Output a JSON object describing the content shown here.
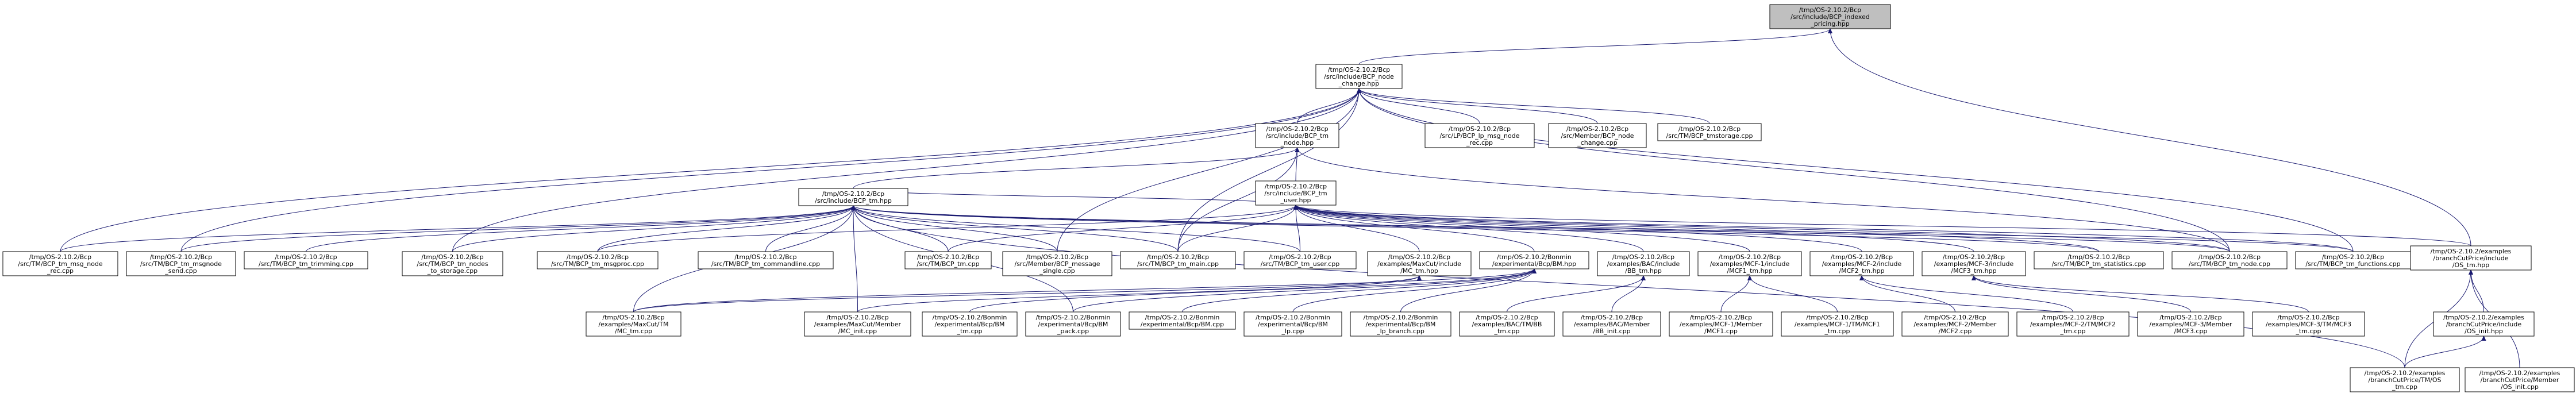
{
  "graph": {
    "nodes": [
      {
        "id": "root",
        "lines": [
          "/tmp/OS-2.10.2/Bcp",
          "/src/include/BCP_indexed",
          "_pricing.hpp"
        ],
        "root": true
      },
      {
        "id": "node_change",
        "lines": [
          "/tmp/OS-2.10.2/Bcp",
          "/src/include/BCP_node",
          "_change.hpp"
        ]
      },
      {
        "id": "tm_node",
        "lines": [
          "/tmp/OS-2.10.2/Bcp",
          "/src/include/BCP_tm",
          "_node.hpp"
        ]
      },
      {
        "id": "lp_node_rec",
        "lines": [
          "/tmp/OS-2.10.2/Bcp",
          "/src/LP/BCP_lp_msg_node",
          "_rec.cpp"
        ]
      },
      {
        "id": "member_node_change",
        "lines": [
          "/tmp/OS-2.10.2/Bcp",
          "/src/Member/BCP_node",
          "_change.cpp"
        ]
      },
      {
        "id": "tmstorage",
        "lines": [
          "/tmp/OS-2.10.2/Bcp",
          "/src/TM/BCP_tmstorage.cpp"
        ]
      },
      {
        "id": "bcp_tm_hpp",
        "lines": [
          "/tmp/OS-2.10.2/Bcp",
          "/src/include/BCP_tm.hpp"
        ]
      },
      {
        "id": "tm_user_hpp",
        "lines": [
          "/tmp/OS-2.10.2/Bcp",
          "/src/include/BCP_tm",
          "_user.hpp"
        ]
      },
      {
        "id": "os_tm_hpp",
        "lines": [
          "/tmp/OS-2.10.2/examples",
          "/branchCutPrice/include",
          "/OS_tm.hpp"
        ]
      },
      {
        "id": "tm_msg_node_rec",
        "lines": [
          "/tmp/OS-2.10.2/Bcp",
          "/src/TM/BCP_tm_msg_node",
          "_rec.cpp"
        ]
      },
      {
        "id": "tm_msgnode_send",
        "lines": [
          "/tmp/OS-2.10.2/Bcp",
          "/src/TM/BCP_tm_msgnode",
          "_send.cpp"
        ]
      },
      {
        "id": "tm_trimming",
        "lines": [
          "/tmp/OS-2.10.2/Bcp",
          "/src/TM/BCP_tm_trimming.cpp"
        ]
      },
      {
        "id": "tm_nodes_to_storage",
        "lines": [
          "/tmp/OS-2.10.2/Bcp",
          "/src/TM/BCP_tm_nodes",
          "_to_storage.cpp"
        ]
      },
      {
        "id": "tm_msgproc",
        "lines": [
          "/tmp/OS-2.10.2/Bcp",
          "/src/TM/BCP_tm_msgproc.cpp"
        ]
      },
      {
        "id": "tm_commandline",
        "lines": [
          "/tmp/OS-2.10.2/Bcp",
          "/src/TM/BCP_tm_commandline.cpp"
        ]
      },
      {
        "id": "tm_cpp",
        "lines": [
          "/tmp/OS-2.10.2/Bcp",
          "/src/TM/BCP_tm.cpp"
        ]
      },
      {
        "id": "member_message_single",
        "lines": [
          "/tmp/OS-2.10.2/Bcp",
          "/src/Member/BCP_message",
          "_single.cpp"
        ]
      },
      {
        "id": "tm_main",
        "lines": [
          "/tmp/OS-2.10.2/Bcp",
          "/src/TM/BCP_tm_main.cpp"
        ]
      },
      {
        "id": "tm_user_cpp",
        "lines": [
          "/tmp/OS-2.10.2/Bcp",
          "/src/TM/BCP_tm_user.cpp"
        ]
      },
      {
        "id": "maxcut_mc_tm_hpp",
        "lines": [
          "/tmp/OS-2.10.2/Bcp",
          "/examples/MaxCut/include",
          "/MC_tm.hpp"
        ]
      },
      {
        "id": "bonmin_bm_hpp",
        "lines": [
          "/tmp/OS-2.10.2/Bonmin",
          "/experimental/Bcp/BM.hpp"
        ]
      },
      {
        "id": "bac_bb_tm_hpp",
        "lines": [
          "/tmp/OS-2.10.2/Bcp",
          "/examples/BAC/include",
          "/BB_tm.hpp"
        ]
      },
      {
        "id": "mcf1_tm_hpp",
        "lines": [
          "/tmp/OS-2.10.2/Bcp",
          "/examples/MCF-1/include",
          "/MCF1_tm.hpp"
        ]
      },
      {
        "id": "mcf2_tm_hpp",
        "lines": [
          "/tmp/OS-2.10.2/Bcp",
          "/examples/MCF-2/include",
          "/MCF2_tm.hpp"
        ]
      },
      {
        "id": "mcf3_tm_hpp",
        "lines": [
          "/tmp/OS-2.10.2/Bcp",
          "/examples/MCF-3/include",
          "/MCF3_tm.hpp"
        ]
      },
      {
        "id": "tm_statistics",
        "lines": [
          "/tmp/OS-2.10.2/Bcp",
          "/src/TM/BCP_tm_statistics.cpp"
        ]
      },
      {
        "id": "tm_node_cpp",
        "lines": [
          "/tmp/OS-2.10.2/Bcp",
          "/src/TM/BCP_tm_node.cpp"
        ]
      },
      {
        "id": "tm_functions",
        "lines": [
          "/tmp/OS-2.10.2/Bcp",
          "/src/TM/BCP_tm_functions.cpp"
        ]
      },
      {
        "id": "maxcut_mc_tm_cpp",
        "lines": [
          "/tmp/OS-2.10.2/Bcp",
          "/examples/MaxCut/TM",
          "/MC_tm.cpp"
        ]
      },
      {
        "id": "maxcut_mc_init",
        "lines": [
          "/tmp/OS-2.10.2/Bcp",
          "/examples/MaxCut/Member",
          "/MC_init.cpp"
        ]
      },
      {
        "id": "bonmin_bm_tm",
        "lines": [
          "/tmp/OS-2.10.2/Bonmin",
          "/experimental/Bcp/BM",
          "_tm.cpp"
        ]
      },
      {
        "id": "bonmin_bm_pack",
        "lines": [
          "/tmp/OS-2.10.2/Bonmin",
          "/experimental/Bcp/BM",
          "_pack.cpp"
        ]
      },
      {
        "id": "bonmin_bm_cpp",
        "lines": [
          "/tmp/OS-2.10.2/Bonmin",
          "/experimental/Bcp/BM.cpp"
        ]
      },
      {
        "id": "bonmin_bm_lp",
        "lines": [
          "/tmp/OS-2.10.2/Bonmin",
          "/experimental/Bcp/BM",
          "_lp.cpp"
        ]
      },
      {
        "id": "bonmin_bm_lp_branch",
        "lines": [
          "/tmp/OS-2.10.2/Bonmin",
          "/experimental/Bcp/BM",
          "_lp_branch.cpp"
        ]
      },
      {
        "id": "bac_bb_tm_cpp",
        "lines": [
          "/tmp/OS-2.10.2/Bcp",
          "/examples/BAC/TM/BB",
          "_tm.cpp"
        ]
      },
      {
        "id": "bac_bb_init",
        "lines": [
          "/tmp/OS-2.10.2/Bcp",
          "/examples/BAC/Member",
          "/BB_init.cpp"
        ]
      },
      {
        "id": "mcf1_member",
        "lines": [
          "/tmp/OS-2.10.2/Bcp",
          "/examples/MCF-1/Member",
          "/MCF1.cpp"
        ]
      },
      {
        "id": "mcf1_tm_cpp",
        "lines": [
          "/tmp/OS-2.10.2/Bcp",
          "/examples/MCF-1/TM/MCF1",
          "_tm.cpp"
        ]
      },
      {
        "id": "mcf2_member",
        "lines": [
          "/tmp/OS-2.10.2/Bcp",
          "/examples/MCF-2/Member",
          "/MCF2.cpp"
        ]
      },
      {
        "id": "mcf2_tm_cpp",
        "lines": [
          "/tmp/OS-2.10.2/Bcp",
          "/examples/MCF-2/TM/MCF2",
          "_tm.cpp"
        ]
      },
      {
        "id": "mcf3_member",
        "lines": [
          "/tmp/OS-2.10.2/Bcp",
          "/examples/MCF-3/Member",
          "/MCF3.cpp"
        ]
      },
      {
        "id": "mcf3_tm_cpp",
        "lines": [
          "/tmp/OS-2.10.2/Bcp",
          "/examples/MCF-3/TM/MCF3",
          "_tm.cpp"
        ]
      },
      {
        "id": "os_tm_hpp2",
        "lines": [
          "/tmp/OS-2.10.2/examples",
          "/branchCutPrice/include",
          "/OS_init.hpp"
        ]
      },
      {
        "id": "os_tm_cpp",
        "lines": [
          "/tmp/OS-2.10.2/examples",
          "/branchCutPrice/TM/OS",
          "_tm.cpp"
        ]
      },
      {
        "id": "os_init_cpp",
        "lines": [
          "/tmp/OS-2.10.2/examples",
          "/branchCutPrice/Member",
          "/OS_init.cpp"
        ]
      }
    ],
    "edges": [
      [
        "node_change",
        "root"
      ],
      [
        "os_tm_hpp",
        "root"
      ],
      [
        "tm_node",
        "node_change"
      ],
      [
        "lp_node_rec",
        "node_change"
      ],
      [
        "member_node_change",
        "node_change"
      ],
      [
        "tmstorage",
        "node_change"
      ],
      [
        "tm_msg_node_rec",
        "node_change"
      ],
      [
        "tm_msgnode_send",
        "node_change"
      ],
      [
        "tm_nodes_to_storage",
        "node_change"
      ],
      [
        "member_message_single",
        "node_change"
      ],
      [
        "tm_main",
        "node_change"
      ],
      [
        "tm_node_cpp",
        "node_change"
      ],
      [
        "tm_functions",
        "node_change"
      ],
      [
        "bcp_tm_hpp",
        "tm_node"
      ],
      [
        "tm_user_hpp",
        "tm_node"
      ],
      [
        "tm_node_cpp",
        "tm_node"
      ],
      [
        "tm_main",
        "tm_node"
      ],
      [
        "tm_msg_node_rec",
        "bcp_tm_hpp"
      ],
      [
        "tm_msgnode_send",
        "bcp_tm_hpp"
      ],
      [
        "tm_trimming",
        "bcp_tm_hpp"
      ],
      [
        "tm_nodes_to_storage",
        "bcp_tm_hpp"
      ],
      [
        "tm_msgproc",
        "bcp_tm_hpp"
      ],
      [
        "tm_commandline",
        "bcp_tm_hpp"
      ],
      [
        "tm_cpp",
        "bcp_tm_hpp"
      ],
      [
        "member_message_single",
        "bcp_tm_hpp"
      ],
      [
        "tm_main",
        "bcp_tm_hpp"
      ],
      [
        "tm_user_cpp",
        "bcp_tm_hpp"
      ],
      [
        "tm_statistics",
        "bcp_tm_hpp"
      ],
      [
        "tm_node_cpp",
        "bcp_tm_hpp"
      ],
      [
        "tm_functions",
        "bcp_tm_hpp"
      ],
      [
        "maxcut_mc_init",
        "bcp_tm_hpp"
      ],
      [
        "bonmin_bm_pack",
        "bcp_tm_hpp"
      ],
      [
        "maxcut_mc_tm_cpp",
        "bcp_tm_hpp"
      ],
      [
        "os_tm_cpp",
        "bcp_tm_hpp"
      ],
      [
        "bcp_tm_hpp",
        "tm_user_hpp"
      ],
      [
        "maxcut_mc_tm_hpp",
        "tm_user_hpp"
      ],
      [
        "bonmin_bm_hpp",
        "tm_user_hpp"
      ],
      [
        "bac_bb_tm_hpp",
        "tm_user_hpp"
      ],
      [
        "mcf1_tm_hpp",
        "tm_user_hpp"
      ],
      [
        "mcf2_tm_hpp",
        "tm_user_hpp"
      ],
      [
        "mcf3_tm_hpp",
        "tm_user_hpp"
      ],
      [
        "os_tm_hpp",
        "tm_user_hpp"
      ],
      [
        "tm_user_cpp",
        "tm_user_hpp"
      ],
      [
        "tm_msgproc",
        "tm_user_hpp"
      ],
      [
        "tm_cpp",
        "tm_user_hpp"
      ],
      [
        "tm_main",
        "tm_user_hpp"
      ],
      [
        "tm_statistics",
        "tm_user_hpp"
      ],
      [
        "tm_node_cpp",
        "tm_user_hpp"
      ],
      [
        "tm_functions",
        "tm_user_hpp"
      ],
      [
        "maxcut_mc_tm_cpp",
        "maxcut_mc_tm_hpp"
      ],
      [
        "maxcut_mc_init",
        "maxcut_mc_tm_hpp"
      ],
      [
        "bonmin_bm_tm",
        "bonmin_bm_hpp"
      ],
      [
        "bonmin_bm_pack",
        "bonmin_bm_hpp"
      ],
      [
        "bonmin_bm_cpp",
        "bonmin_bm_hpp"
      ],
      [
        "bonmin_bm_lp",
        "bonmin_bm_hpp"
      ],
      [
        "bonmin_bm_lp_branch",
        "bonmin_bm_hpp"
      ],
      [
        "maxcut_mc_tm_cpp",
        "bonmin_bm_hpp"
      ],
      [
        "bac_bb_tm_cpp",
        "bac_bb_tm_hpp"
      ],
      [
        "bac_bb_init",
        "bac_bb_tm_hpp"
      ],
      [
        "mcf1_member",
        "mcf1_tm_hpp"
      ],
      [
        "mcf1_tm_cpp",
        "mcf1_tm_hpp"
      ],
      [
        "mcf2_member",
        "mcf2_tm_hpp"
      ],
      [
        "mcf2_tm_cpp",
        "mcf2_tm_hpp"
      ],
      [
        "mcf3_member",
        "mcf3_tm_hpp"
      ],
      [
        "mcf3_tm_cpp",
        "mcf3_tm_hpp"
      ],
      [
        "os_tm_hpp2",
        "os_tm_hpp"
      ],
      [
        "os_tm_cpp",
        "os_tm_hpp"
      ],
      [
        "os_init_cpp",
        "os_tm_hpp"
      ],
      [
        "os_tm_cpp",
        "os_tm_hpp2"
      ]
    ]
  },
  "colors": {
    "edge": "#191970",
    "root_fill": "#bfbfbf",
    "node_fill": "#ffffff",
    "node_stroke": "#000000"
  }
}
